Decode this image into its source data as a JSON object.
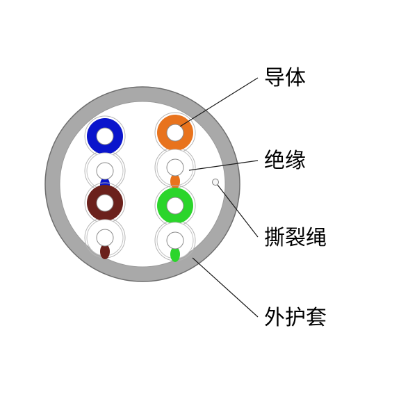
{
  "diagram": {
    "type": "cable-cross-section",
    "labels": {
      "conductor": "导体",
      "insulation": "绝缘",
      "rip_cord": "撕裂绳",
      "outer_jacket": "外护套"
    },
    "colors": {
      "jacket_fill": "#a9a9a9",
      "jacket_edge": "#6e6e6e",
      "core_fill": "#ffffff",
      "core_edge": "#9a9a9a",
      "leader_line": "#1a1a1a",
      "pair_blue": "#0a15cc",
      "pair_orange": "#e8731d",
      "pair_brown": "#6b211c",
      "pair_green": "#2bd52b"
    },
    "pairs": [
      {
        "name": "blue-pair",
        "color": "#0a15cc",
        "position": "top-left"
      },
      {
        "name": "orange-pair",
        "color": "#e8731d",
        "position": "top-right"
      },
      {
        "name": "brown-pair",
        "color": "#6b211c",
        "position": "bottom-left"
      },
      {
        "name": "green-pair",
        "color": "#2bd52b",
        "position": "bottom-right"
      }
    ]
  }
}
